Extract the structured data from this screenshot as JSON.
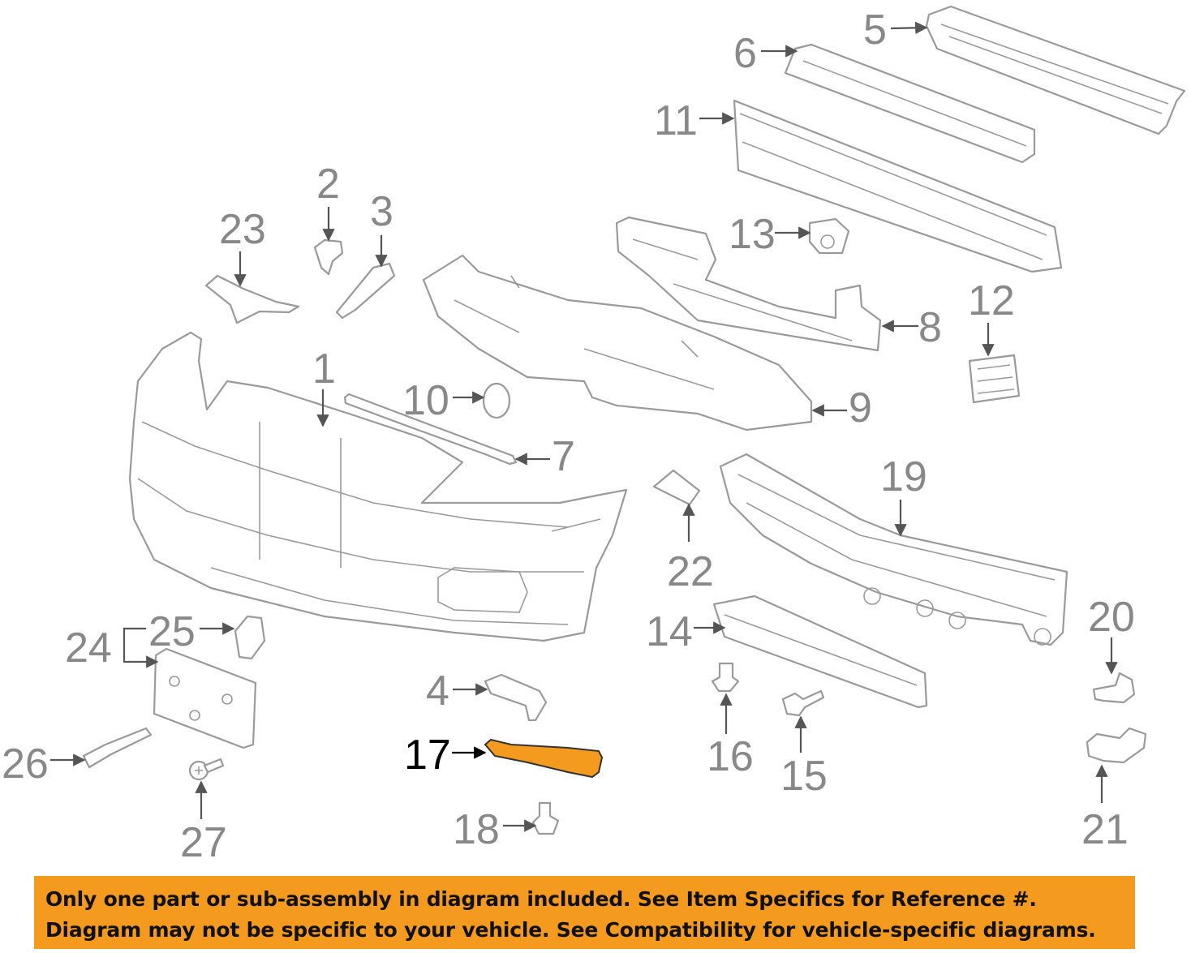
{
  "colors": {
    "banner_background": "#f39a1f",
    "highlight_part": "#f39a1f",
    "line_art": "#9a9a9a",
    "callout_text": "#888888",
    "highlight_callout_text": "#000000"
  },
  "highlighted_callout": "17",
  "callouts": {
    "c1": "1",
    "c2": "2",
    "c3": "3",
    "c4": "4",
    "c5": "5",
    "c6": "6",
    "c7": "7",
    "c8": "8",
    "c9": "9",
    "c10": "10",
    "c11": "11",
    "c12": "12",
    "c13": "13",
    "c14": "14",
    "c15": "15",
    "c16": "16",
    "c17": "17",
    "c18": "18",
    "c19": "19",
    "c20": "20",
    "c21": "21",
    "c22": "22",
    "c23": "23",
    "c24": "24",
    "c25": "25",
    "c26": "26",
    "c27": "27"
  },
  "banner": {
    "line1": "Only one part or sub-assembly in diagram included. See Item Specifics for Reference #.",
    "line2": "Diagram may not be specific to your vehicle. See Compatibility for vehicle-specific diagrams."
  }
}
